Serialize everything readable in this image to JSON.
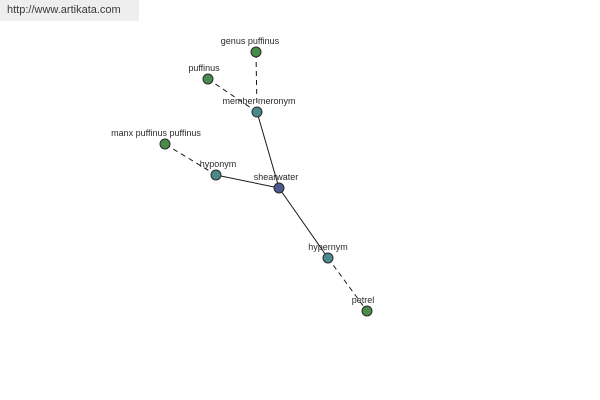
{
  "source_url": "http://www.artikata.com",
  "colors": {
    "center": "#4a5a8a",
    "relation": "#4a8a8a",
    "leaf": "#4a8a4a"
  },
  "graph": {
    "nodes": [
      {
        "id": "shearwater",
        "label": "shearwater",
        "kind": "center"
      },
      {
        "id": "member_meronym",
        "label": "member meronym",
        "kind": "relation"
      },
      {
        "id": "hyponym",
        "label": "hyponym",
        "kind": "relation"
      },
      {
        "id": "hypernym",
        "label": "hypernym",
        "kind": "relation"
      },
      {
        "id": "genus_puffinus",
        "label": "genus puffinus",
        "kind": "leaf"
      },
      {
        "id": "puffinus",
        "label": "puffinus",
        "kind": "leaf"
      },
      {
        "id": "manx_puffinus_puffinus",
        "label": "manx puffinus puffinus",
        "kind": "leaf"
      },
      {
        "id": "petrel",
        "label": "petrel",
        "kind": "leaf"
      }
    ],
    "edges": [
      {
        "from": "shearwater",
        "to": "member_meronym",
        "style": "solid"
      },
      {
        "from": "shearwater",
        "to": "hyponym",
        "style": "solid"
      },
      {
        "from": "shearwater",
        "to": "hypernym",
        "style": "solid"
      },
      {
        "from": "member_meronym",
        "to": "genus_puffinus",
        "style": "dashed"
      },
      {
        "from": "member_meronym",
        "to": "puffinus",
        "style": "dashed"
      },
      {
        "from": "hyponym",
        "to": "manx_puffinus_puffinus",
        "style": "dashed"
      },
      {
        "from": "hypernym",
        "to": "petrel",
        "style": "dashed"
      }
    ]
  }
}
